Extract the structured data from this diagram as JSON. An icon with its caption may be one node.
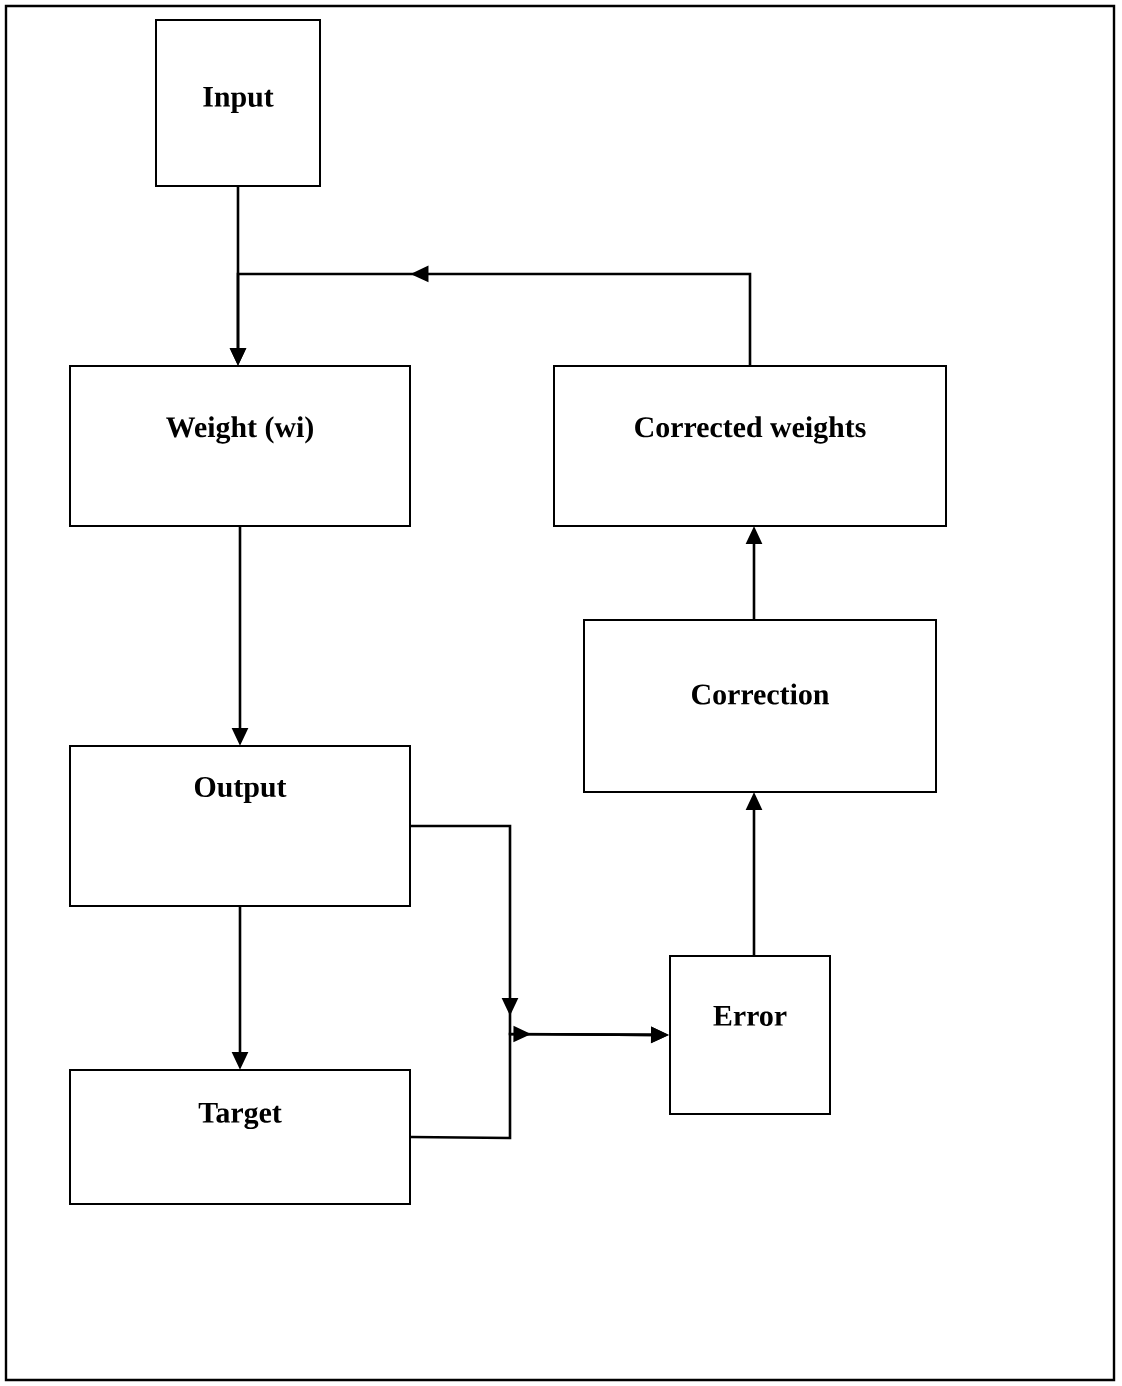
{
  "diagram": {
    "nodes": [
      {
        "text": [
          "Input"
        ]
      },
      {
        "text": [
          "Weight (wi)"
        ]
      },
      {
        "text": [
          "Corrected weights"
        ]
      },
      {
        "text": [
          "Output"
        ]
      },
      {
        "text": [
          "Correction"
        ]
      },
      {
        "text": [
          "Target"
        ]
      },
      {
        "text": [
          "Error"
        ]
      }
    ],
    "edges": [
      {
        "from": 0,
        "to": 1,
        "arrow": "to"
      },
      {
        "from": 2,
        "to": 1,
        "arrow": "to"
      },
      {
        "from": 1,
        "to": 3,
        "arrow": "to"
      },
      {
        "from": 3,
        "to": 5,
        "arrow": "to"
      },
      {
        "from": 3,
        "to": 6,
        "arrow": "to"
      },
      {
        "from": 5,
        "to": 6,
        "arrow": "to"
      },
      {
        "from": 6,
        "to": 4,
        "arrow": "to"
      },
      {
        "from": 4,
        "to": 2,
        "arrow": "to"
      }
    ]
  }
}
